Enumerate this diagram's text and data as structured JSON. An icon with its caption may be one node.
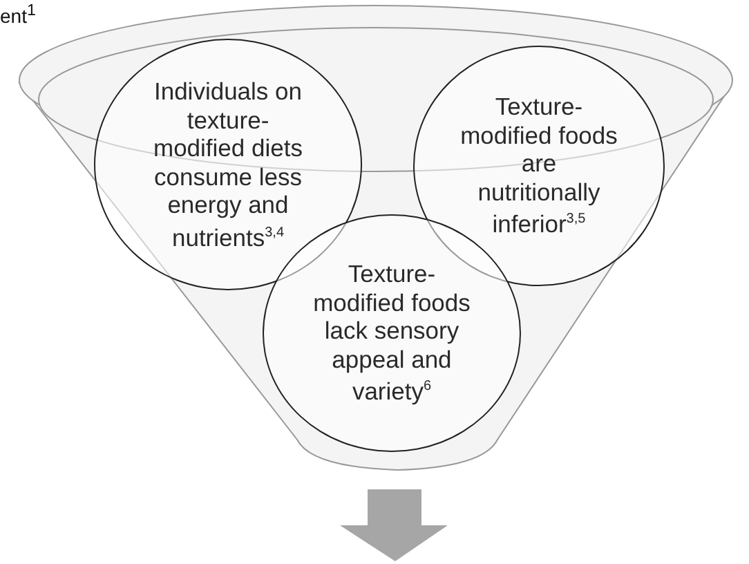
{
  "diagram": {
    "nodes": [
      {
        "text": [
          "Individuals on texture-modified diets consume less energy and nutrients$^{3,4}$"
        ]
      },
      {
        "text": [
          "Texture-modified foods are nutritionally inferior$^{3,5}$"
        ]
      },
      {
        "text": [
          "Texture-modified foods lack sensory appeal and variety$^{6}$"
        ]
      }
    ],
    "labels": [
      "ent$^{1}$"
    ]
  }
}
